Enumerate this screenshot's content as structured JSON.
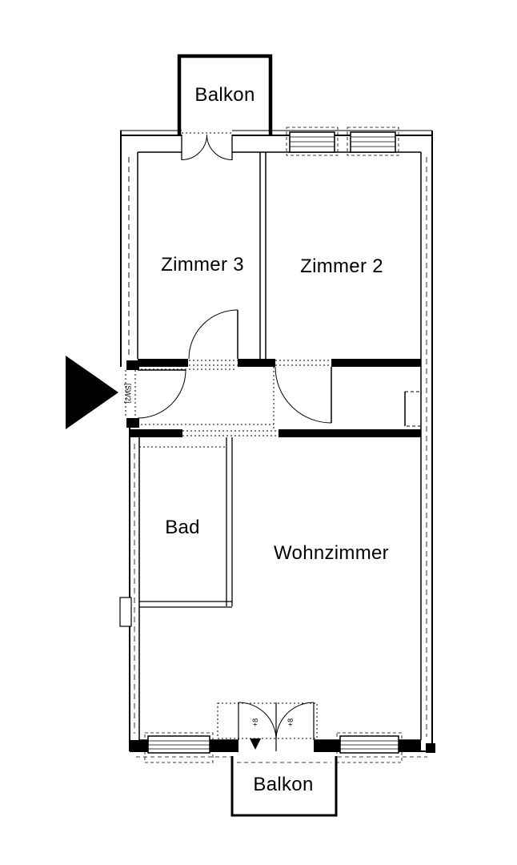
{
  "floorplan": {
    "colors": {
      "line": "#000000",
      "background": "#ffffff"
    },
    "rooms": {
      "balkon_top": {
        "label": "Balkon"
      },
      "zimmer3": {
        "label": "Zimmer 3"
      },
      "zimmer2": {
        "label": "Zimmer 2"
      },
      "bad": {
        "label": "Bad"
      },
      "wohnzimmer": {
        "label": "Wohnzimmer"
      },
      "balkon_bottom": {
        "label": "Balkon"
      }
    },
    "annotations": {
      "entrance_code": "[SW2]",
      "level_note_left": "+8",
      "level_note_right": "+8"
    },
    "symbols": {
      "entrance_arrow": "filled-right-pointing-triangle",
      "door": "quarter-circle-swing-arc",
      "window": "hatched-rectangle-in-wall"
    }
  }
}
